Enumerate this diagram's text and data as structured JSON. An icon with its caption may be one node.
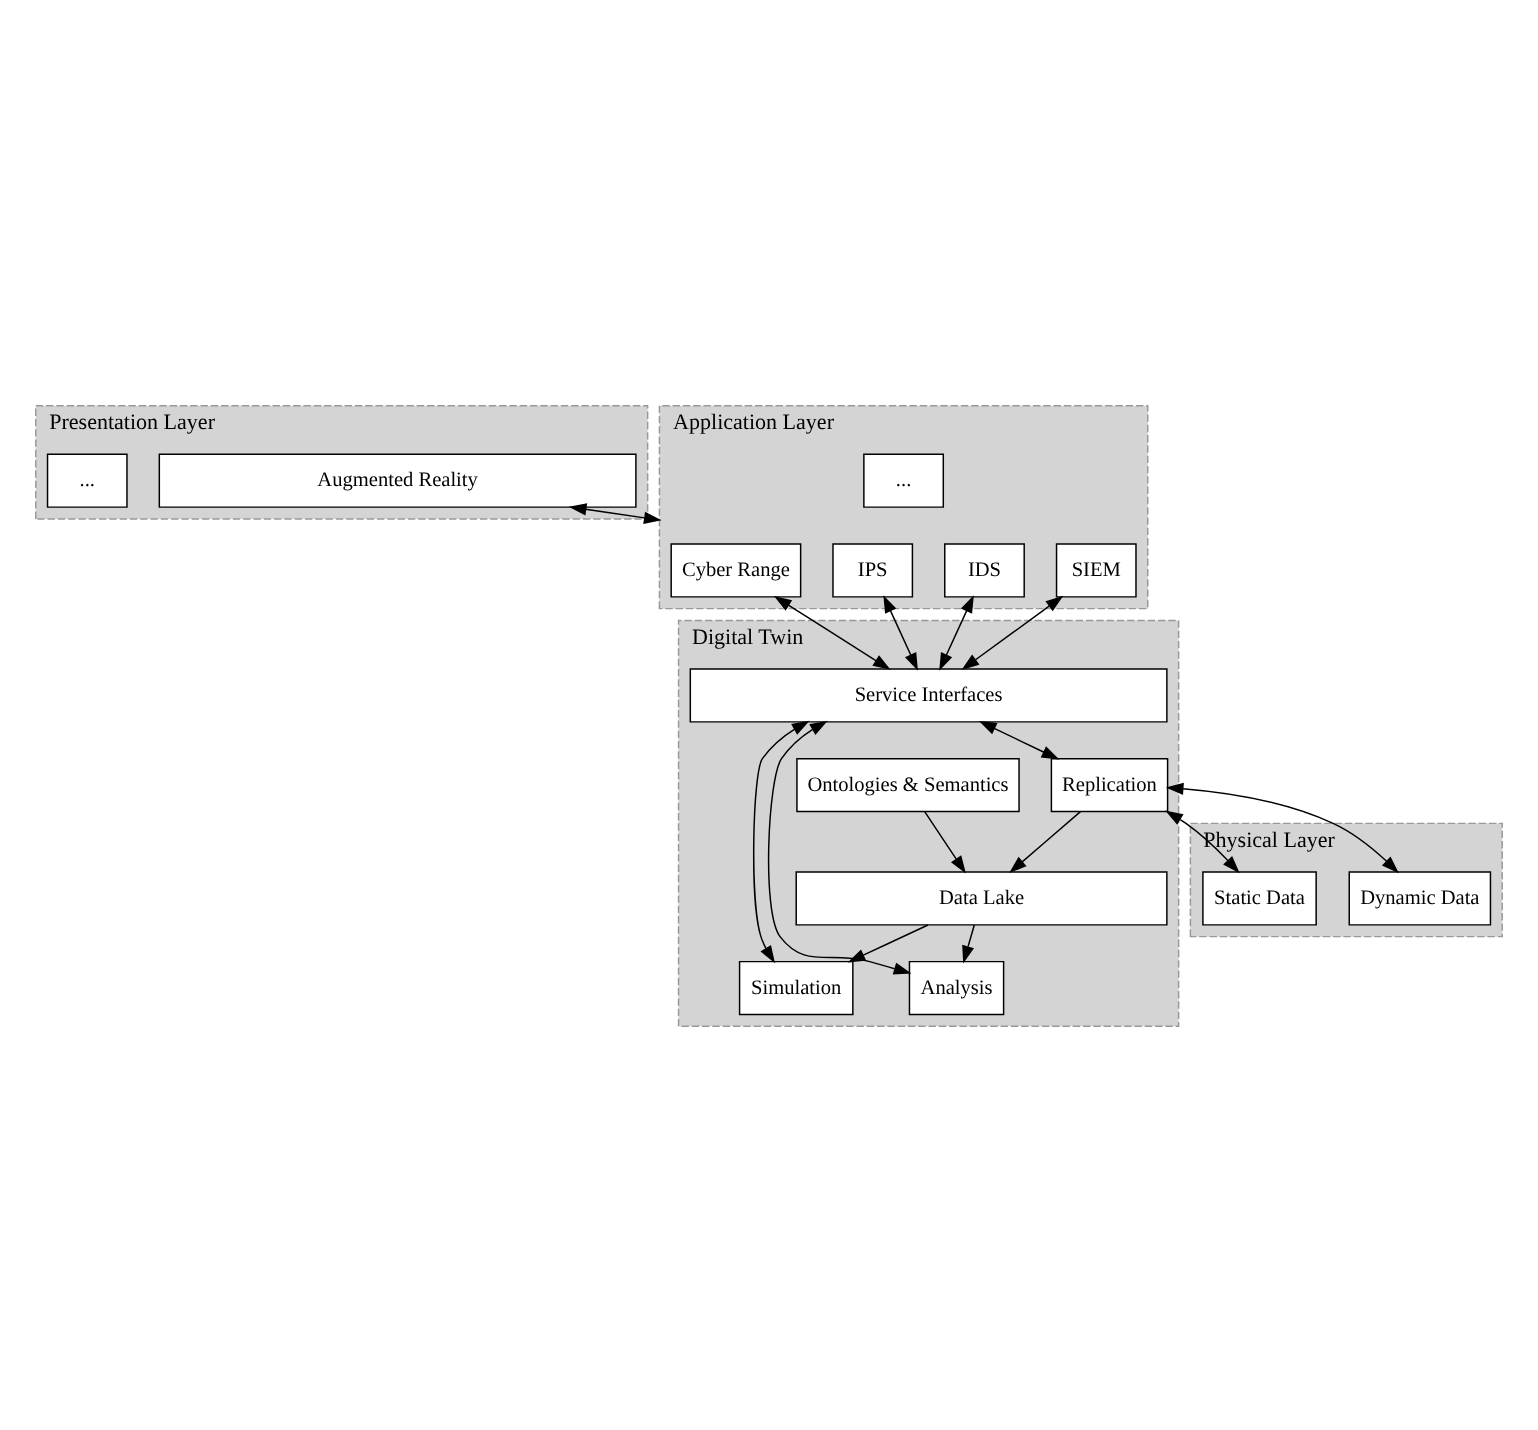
{
  "diagram": {
    "nodes": [
      {
        "text": [
          "Presentation Layer"
        ]
      },
      {
        "text": [
          "Augmented Reality"
        ],
        "in": 0
      },
      {
        "text": [
          "..."
        ],
        "in": 0
      },
      {
        "text": [
          "Application Layer"
        ]
      },
      {
        "text": [
          "SIEM"
        ],
        "in": 3
      },
      {
        "text": [
          "IDS"
        ],
        "in": 3
      },
      {
        "text": [
          "IPS"
        ],
        "in": 3
      },
      {
        "text": [
          "Cyber Range"
        ],
        "in": 3
      },
      {
        "text": [
          "..."
        ],
        "in": 3
      },
      {
        "text": [
          "Digital Twin"
        ]
      },
      {
        "text": [
          "Service Interfaces"
        ],
        "in": 9
      },
      {
        "text": [
          "Simulation"
        ],
        "in": 9
      },
      {
        "text": [
          "Analysis"
        ],
        "in": 9
      },
      {
        "text": [
          "Ontologies & Semantics"
        ],
        "in": 9
      },
      {
        "text": [
          "Data Lake"
        ],
        "in": 9
      },
      {
        "text": [
          "Replication"
        ],
        "in": 9
      },
      {
        "text": [
          "Physical Layer"
        ]
      },
      {
        "text": [
          "Static Data"
        ],
        "in": 16
      },
      {
        "text": [
          "Dynamic Data"
        ],
        "in": 16
      }
    ],
    "edges": [
      {
        "from": 1,
        "to": 3,
        "arrow": "both"
      },
      {
        "from": 4,
        "to": 10,
        "arrow": "both"
      },
      {
        "from": 5,
        "to": 10,
        "arrow": "both"
      },
      {
        "from": 6,
        "to": 10,
        "arrow": "both"
      },
      {
        "from": 7,
        "to": 10,
        "arrow": "both"
      },
      {
        "from": 10,
        "to": 11,
        "arrow": "both"
      },
      {
        "from": 10,
        "to": 12,
        "arrow": "both"
      },
      {
        "from": 14,
        "to": 11,
        "arrow": "to"
      },
      {
        "from": 14,
        "to": 12,
        "arrow": "to"
      },
      {
        "from": 13,
        "to": 14,
        "arrow": "to"
      },
      {
        "from": 15,
        "to": 14,
        "arrow": "to"
      },
      {
        "from": 10,
        "to": 15,
        "arrow": "both"
      },
      {
        "from": 15,
        "to": 17,
        "arrow": "both"
      },
      {
        "from": 15,
        "to": 18,
        "arrow": "both"
      }
    ]
  }
}
